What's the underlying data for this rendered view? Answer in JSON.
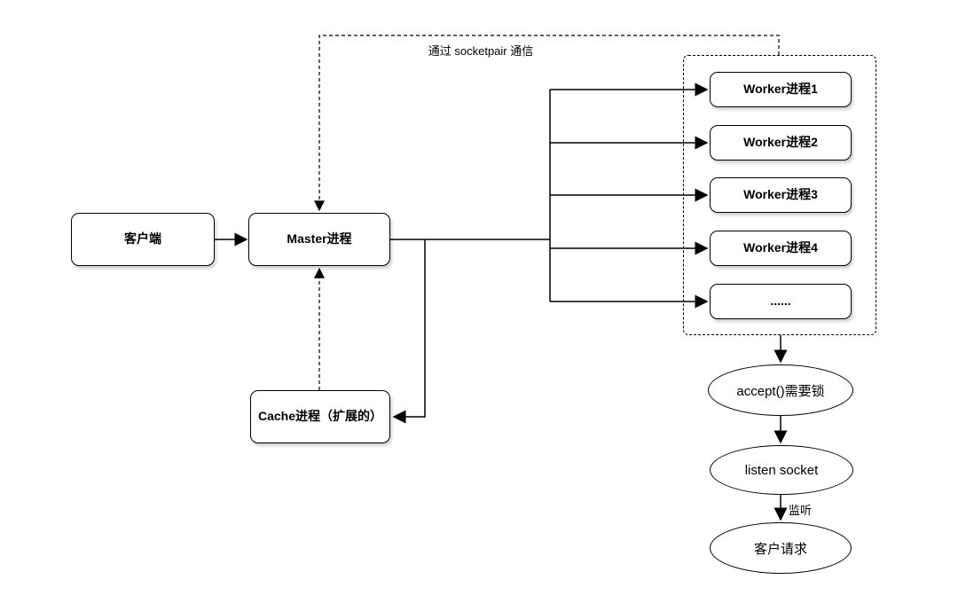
{
  "diagram": {
    "nodes": {
      "client": "客户端",
      "master": "Master进程",
      "cache": "Cache进程（扩展的）",
      "workers": [
        {
          "label": "Worker进程1"
        },
        {
          "label": "Worker进程2"
        },
        {
          "label": "Worker进程3"
        },
        {
          "label": "Worker进程4"
        },
        {
          "label": "......"
        }
      ],
      "accept_lock": "accept()需要锁",
      "listen_socket": "listen socket",
      "client_request": "客户请求"
    },
    "edge_labels": {
      "socketpair": "通过 socketpair 通信",
      "listen": "监听"
    },
    "colors": {
      "stroke": "#000000",
      "node_fill": "#ffffff",
      "text": "#000000"
    }
  }
}
